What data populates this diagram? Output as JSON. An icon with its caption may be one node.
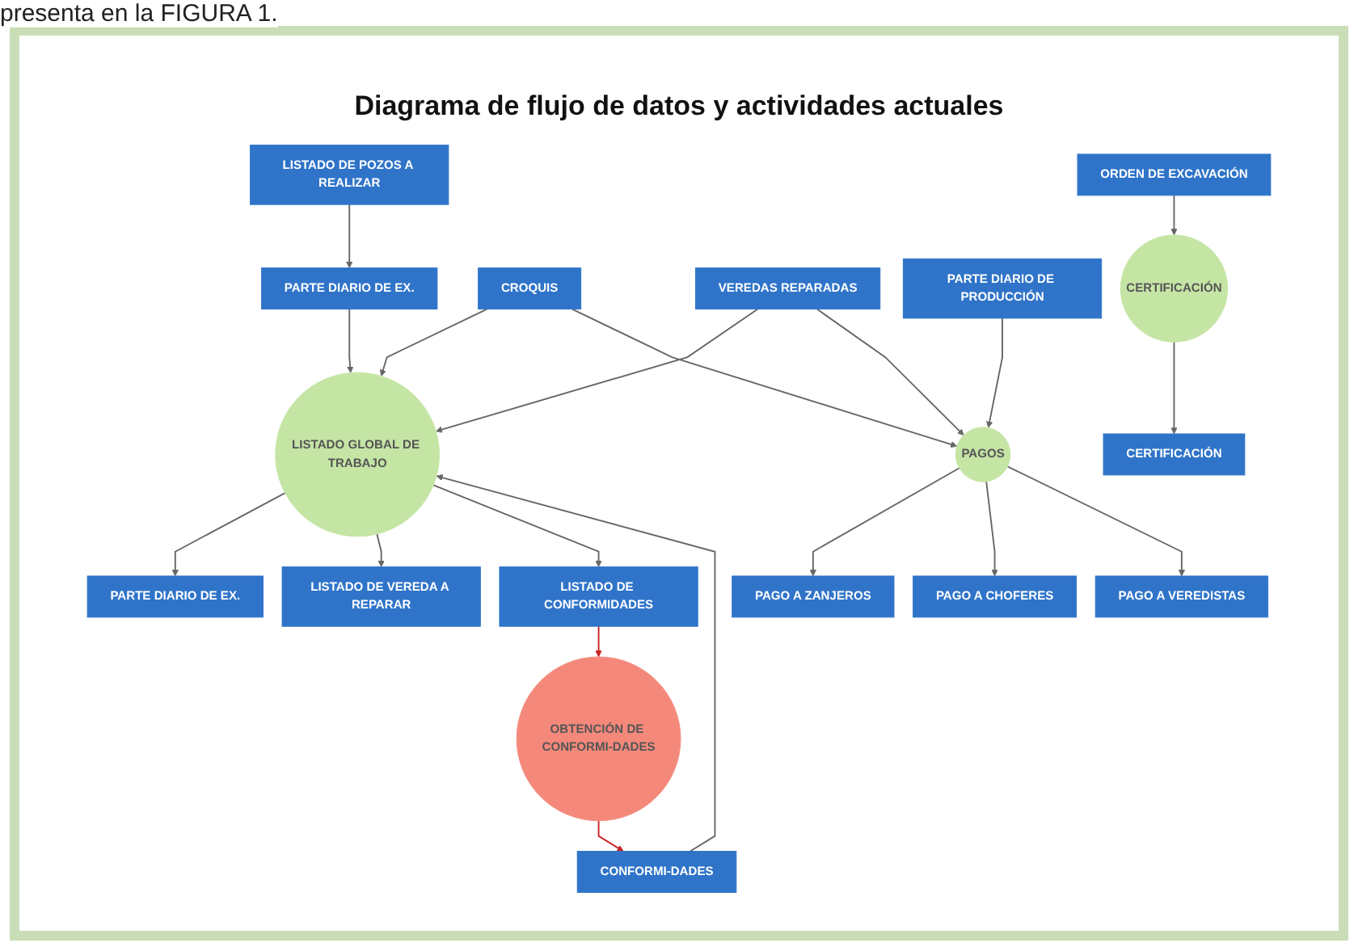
{
  "diagram": {
    "title": "Diagrama de flujo de datos y actividades actuales",
    "nodes": [
      {
        "text": [
          "LISTADO DE POZOS A REALIZAR"
        ]
      },
      {
        "text": [
          "PARTE DIARIO DE EX."
        ]
      },
      {
        "text": [
          "CONFORMI-DADES"
        ]
      },
      {
        "text": [
          "CROQUIS"
        ]
      },
      {
        "text": [
          "VEREDAS REPARADAS"
        ]
      },
      {
        "text": [
          "PARTE DIARIO DE PRODUCCIÓN"
        ]
      },
      {
        "text": [
          "ORDEN DE EXCAVACIÓN"
        ]
      },
      {
        "text": [
          "LISTADO GLOBAL DE TRABAJO"
        ]
      },
      {
        "text": [
          "OBTENCIÓN DE CONFORMI-DADES"
        ]
      },
      {
        "text": [
          "PAGOS"
        ]
      },
      {
        "text": [
          "CERTIFICACIÓN"
        ]
      },
      {
        "text": [
          "PARTE DIARIO DE EX."
        ]
      },
      {
        "text": [
          "LISTADO DE CONFORMIDADES"
        ]
      },
      {
        "text": [
          "PAGO A ZANJEROS"
        ]
      },
      {
        "text": [
          "PAGO A VEREDISTAS"
        ]
      },
      {
        "text": [
          "CERTIFICACIÓN"
        ]
      },
      {
        "text": [
          "LISTADO DE VEREDA A REPARAR"
        ]
      },
      {
        "text": [
          "PAGO A CHOFERES"
        ]
      }
    ],
    "edges": [
      {
        "from": 0,
        "to": 1,
        "arrow": "to"
      },
      {
        "from": 1,
        "to": 7,
        "arrow": "to"
      },
      {
        "from": 2,
        "to": 7,
        "arrow": "to"
      },
      {
        "from": 3,
        "to": 7,
        "arrow": "to"
      },
      {
        "from": 4,
        "to": 7,
        "arrow": "to"
      },
      {
        "from": 4,
        "to": 9,
        "arrow": "to"
      },
      {
        "from": 3,
        "to": 9,
        "arrow": "to"
      },
      {
        "from": 5,
        "to": 9,
        "arrow": "to"
      },
      {
        "from": 6,
        "to": 10,
        "arrow": "to"
      },
      {
        "from": 8,
        "to": 2,
        "arrow": "to",
        "color": "#cc2222"
      },
      {
        "from": 7,
        "to": 11,
        "arrow": "to"
      },
      {
        "from": 7,
        "to": 16,
        "arrow": "to"
      },
      {
        "from": 7,
        "to": 12,
        "arrow": "to"
      },
      {
        "from": 12,
        "to": 8,
        "arrow": "to",
        "color": "#cc2222"
      },
      {
        "from": 9,
        "to": 13,
        "arrow": "to"
      },
      {
        "from": 9,
        "to": 17,
        "arrow": "to"
      },
      {
        "from": 9,
        "to": 14,
        "arrow": "to"
      },
      {
        "from": 10,
        "to": 15,
        "arrow": "to"
      }
    ],
    "labels": [
      "presenta en la FIGURA 1."
    ]
  }
}
